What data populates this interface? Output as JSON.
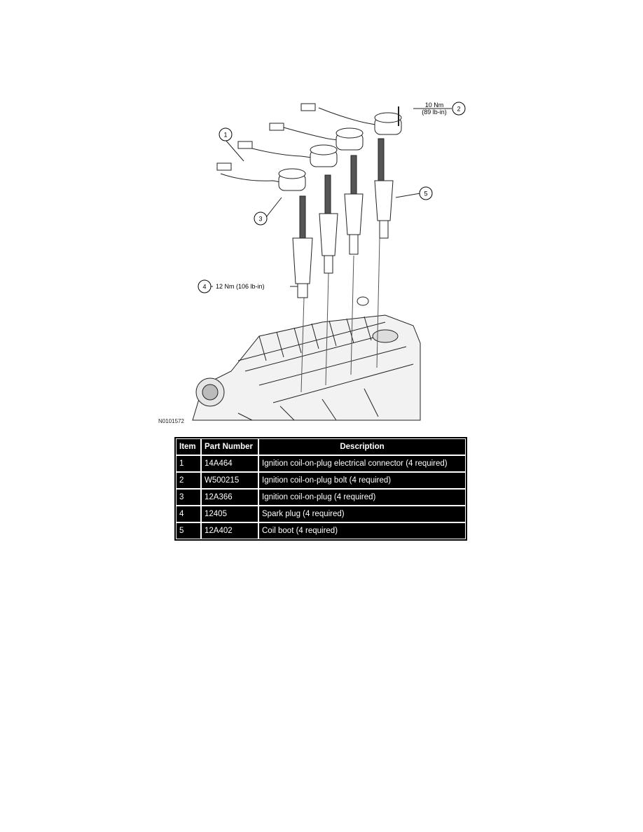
{
  "figure": {
    "id": "N0101572",
    "callouts": [
      {
        "number": "1",
        "text": ""
      },
      {
        "number": "2",
        "text_line1": "10 Nm",
        "text_line2": "(89 lb-in)"
      },
      {
        "number": "3",
        "text": ""
      },
      {
        "number": "4",
        "text": "12 Nm (106 lb-in)"
      },
      {
        "number": "5",
        "text": ""
      }
    ]
  },
  "table": {
    "headers": [
      "Item",
      "Part Number",
      "Description"
    ],
    "rows": [
      {
        "item": "1",
        "part": "14A464",
        "desc": "Ignition coil-on-plug electrical connector (4 required)"
      },
      {
        "item": "2",
        "part": "W500215",
        "desc": "Ignition coil-on-plug bolt (4 required)"
      },
      {
        "item": "3",
        "part": "12A366",
        "desc": "Ignition coil-on-plug (4 required)"
      },
      {
        "item": "4",
        "part": "12405",
        "desc": "Spark plug (4 required)"
      },
      {
        "item": "5",
        "part": "12A402",
        "desc": "Coil boot (4 required)"
      }
    ]
  }
}
